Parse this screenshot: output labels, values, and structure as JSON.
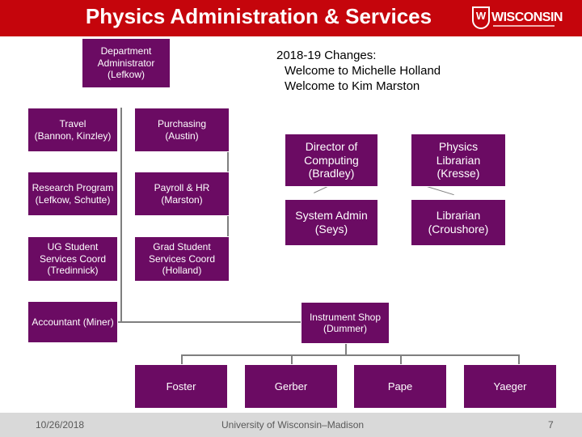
{
  "header": {
    "title": "Physics Administration & Services",
    "logo_text": "WISCONSIN",
    "logo_crest": "W"
  },
  "changes": {
    "heading": "2018-19 Changes:",
    "line1": "Welcome to Michelle Holland",
    "line2": "Welcome to Kim Marston"
  },
  "boxes": {
    "dept_admin": "Department\nAdministrator\n(Lefkow)",
    "travel": "Travel\n(Bannon, Kinzley)",
    "purchasing": "Purchasing\n(Austin)",
    "research": "Research Program\n(Lefkow, Schutte)",
    "payroll": "Payroll & HR\n(Marston)",
    "ug": "UG Student\nServices Coord\n(Tredinnick)",
    "grad": "Grad Student\nServices Coord\n(Holland)",
    "accountant": "Accountant (Miner)",
    "computing": "Director of\nComputing\n(Bradley)",
    "physics_librarian": "Physics\nLibrarian\n(Kresse)",
    "sysadmin": "System Admin\n(Seys)",
    "librarian": "Librarian\n(Croushore)",
    "instrument": "Instrument Shop\n(Dummer)",
    "foster": "Foster",
    "gerber": "Gerber",
    "pape": "Pape",
    "yaeger": "Yaeger"
  },
  "footer": {
    "date": "10/26/2018",
    "center": "University of Wisconsin–Madison",
    "page": "7"
  }
}
